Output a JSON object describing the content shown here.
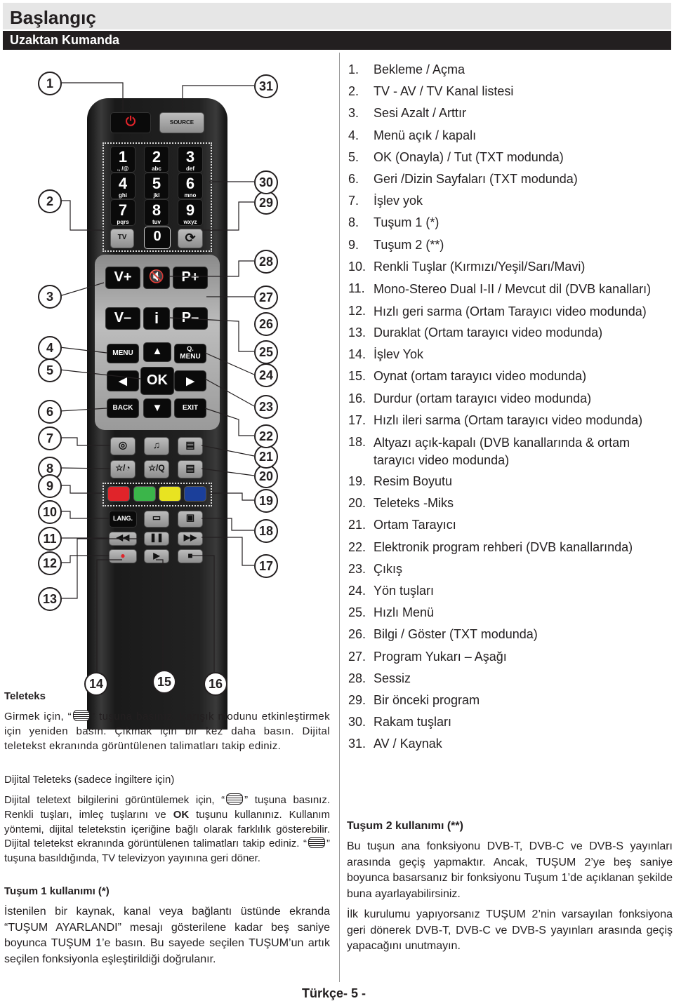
{
  "header": {
    "title": "Başlangıç",
    "subtitle": "Uzaktan Kumanda"
  },
  "callouts": [
    "1",
    "2",
    "3",
    "4",
    "5",
    "6",
    "7",
    "8",
    "9",
    "10",
    "11",
    "12",
    "13",
    "14",
    "15",
    "16",
    "17",
    "18",
    "19",
    "20",
    "21",
    "22",
    "23",
    "24",
    "25",
    "26",
    "27",
    "28",
    "29",
    "30",
    "31"
  ],
  "remote": {
    "source_label": "SOURCE",
    "num_keys": [
      {
        "n": "1",
        "s": "., /@"
      },
      {
        "n": "2",
        "s": "abc"
      },
      {
        "n": "3",
        "s": "def"
      },
      {
        "n": "4",
        "s": "ghi"
      },
      {
        "n": "5",
        "s": "jkl"
      },
      {
        "n": "6",
        "s": "mno"
      },
      {
        "n": "7",
        "s": "pqrs"
      },
      {
        "n": "8",
        "s": "tuv"
      },
      {
        "n": "9",
        "s": "wxyz"
      }
    ],
    "zero": "0",
    "tv": "TV",
    "vplus": "V+",
    "vminus": "V–",
    "pplus": "P+",
    "pminus": "P–",
    "info": "i",
    "menu": "MENU",
    "qmenu_q": "Q.",
    "qmenu": "MENU",
    "ok": "OK",
    "back": "BACK",
    "exit": "EXIT",
    "lang": "LANG."
  },
  "list": [
    {
      "n": "1.",
      "t": "Bekleme / Açma"
    },
    {
      "n": "2.",
      "t": "TV - AV / TV Kanal listesi"
    },
    {
      "n": "3.",
      "t": "Sesi Azalt / Arttır"
    },
    {
      "n": "4.",
      "t": "Menü açık / kapalı"
    },
    {
      "n": "5.",
      "t": "OK (Onayla) / Tut (TXT modunda)"
    },
    {
      "n": "6.",
      "t": "Geri /Dizin Sayfaları (TXT modunda)"
    },
    {
      "n": "7.",
      "t": "İşlev yok"
    },
    {
      "n": "8.",
      "t": "Tuşum  1 (*)"
    },
    {
      "n": "9.",
      "t": "Tuşum  2 (**)"
    },
    {
      "n": "10.",
      "t": "Renkli Tuşlar (Kırmızı/Yeşil/Sarı/Mavi)"
    },
    {
      "n": "11.",
      "t": "Mono-Stereo Dual I-II / Mevcut dil (DVB kanalları)"
    },
    {
      "n": "12.",
      "t": "Hızlı geri sarma (Ortam Tarayıcı video modunda)"
    },
    {
      "n": "13.",
      "t": "Duraklat (Ortam tarayıcı video modunda)"
    },
    {
      "n": "14.",
      "t": "İşlev Yok"
    },
    {
      "n": "15.",
      "t": "Oynat  (ortam tarayıcı video modunda)"
    },
    {
      "n": "16.",
      "t": "Durdur (ortam tarayıcı video modunda)"
    },
    {
      "n": "17.",
      "t": "Hızlı ileri sarma (Ortam tarayıcı video modunda)"
    },
    {
      "n": "18.",
      "t": "Altyazı açık-kapalı (DVB kanallarında & ortam tarayıcı video modunda)"
    },
    {
      "n": "19.",
      "t": "Resim Boyutu"
    },
    {
      "n": "20.",
      "t": "Teleteks -Miks"
    },
    {
      "n": "21.",
      "t": "Ortam Tarayıcı"
    },
    {
      "n": "22.",
      "t": "Elektronik program rehberi (DVB kanallarında)"
    },
    {
      "n": "23.",
      "t": "Çıkış"
    },
    {
      "n": "24.",
      "t": "Yön tuşları"
    },
    {
      "n": "25.",
      "t": "Hızlı Menü"
    },
    {
      "n": "26.",
      "t": "Bilgi / Göster (TXT modunda)"
    },
    {
      "n": "27.",
      "t": "Program Yukarı – Aşağı"
    },
    {
      "n": "28.",
      "t": "Sessiz"
    },
    {
      "n": "29.",
      "t": "Bir önceki program"
    },
    {
      "n": "30.",
      "t": "Rakam tuşları"
    },
    {
      "n": "31.",
      "t": "AV / Kaynak"
    }
  ],
  "teletext": {
    "heading": "Teleteks",
    "p1a": "Girmek için, “",
    "p1b": "” tuşuna basınız. Karışık modunu etkinleştirmek için yeniden basın. Çıkmak için bir kez daha basın. Dijital teletekst ekranında görüntülenen talimatları takip ediniz.",
    "digital_heading": "Dijital Teleteks (sadece İngiltere için)",
    "p2a": "Dijital teletext bilgilerini görüntülemek için, “",
    "p2b": "” tuşuna basınız. Renkli tuşları, imleç tuşlarını ve ",
    "p2ok": "OK",
    "p2c": " tuşunu kullanınız. Kullanım yöntemi, dijital teletekstin içeriğine bağlı olarak farklılık gösterebilir. Dijital teletekst ekranında görüntülenen talimatları takip ediniz. “",
    "p2d": "” tuşuna basıldığında, TV televizyon yayınına geri döner.",
    "my1_heading": "Tuşum 1 kullanımı (*)",
    "my1_text": "İstenilen bir kaynak, kanal veya bağlantı üstünde ekranda “TUŞUM AYARLANDI” mesajı gösterilene kadar beş saniye boyunca TUŞUM 1’e basın. Bu sayede seçilen TUŞUM’un artık seçilen fonksiyonla eşleştirildiği doğrulanır."
  },
  "my2": {
    "heading": "Tuşum 2 kullanımı (**)",
    "p1": "Bu tuşun ana fonksiyonu DVB-T, DVB-C ve DVB-S yayınları arasında geçiş yapmaktır. Ancak, TUŞUM 2’ye beş saniye boyunca basarsanız bir fonksiyonu Tuşum 1’de açıklanan şekilde buna ayarlayabilirsiniz.",
    "p2": "İlk kurulumu yapıyorsanız TUŞUM 2’nin varsayılan fonksiyona geri dönerek DVB-T, DVB-C ve DVB-S yayınları arasında geçiş yapacağını unutmayın."
  },
  "footer": "Türkçe- 5 -"
}
